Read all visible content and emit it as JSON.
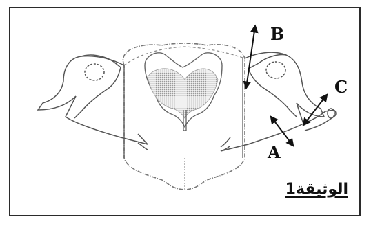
{
  "figure": {
    "labels": {
      "a": "A",
      "b": "B",
      "c": "C"
    },
    "caption": "الوثيقة1"
  }
}
